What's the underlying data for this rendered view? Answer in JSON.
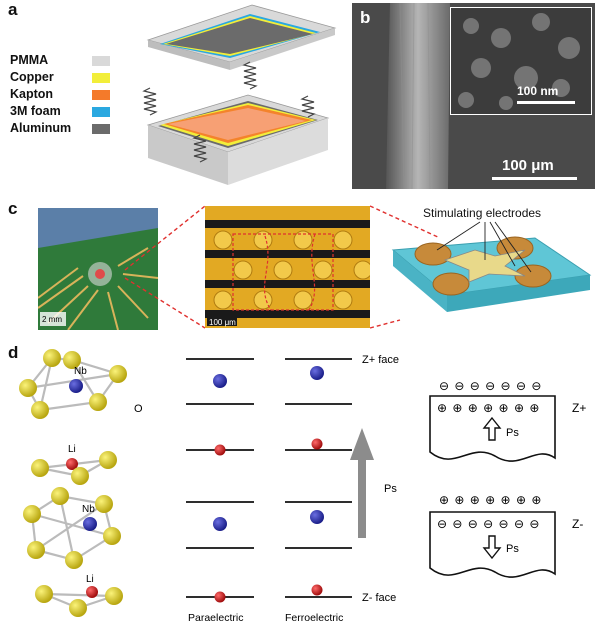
{
  "panels": {
    "a": "a",
    "b": "b",
    "c": "c",
    "d": "d"
  },
  "legend": [
    {
      "label": "PMMA",
      "color": "#d9d9d9"
    },
    {
      "label": "Copper",
      "color": "#f2ee3a"
    },
    {
      "label": "Kapton",
      "color": "#f47a2a"
    },
    {
      "label": "3M foam",
      "color": "#2aa8e0"
    },
    {
      "label": "Aluminum",
      "color": "#6b6b6b"
    }
  ],
  "sem": {
    "inset_scale": "100 nm",
    "main_scale": "100 μm"
  },
  "c": {
    "photo_scale": "2 mm",
    "micro_scale": "100 μm",
    "stim_label": "Stimulating electrodes"
  },
  "d": {
    "nb": "Nb",
    "o": "O",
    "li1": "Li",
    "nb2": "Nb",
    "li2": "Li",
    "zplus_face": "Z+ face",
    "zminus_face": "Z- face",
    "ps_arrow": "Ps",
    "para": "Paraelectric",
    "ferro": "Ferroelectric",
    "top_charges": "⊖ ⊖ ⊖ ⊖ ⊖ ⊖ ⊖",
    "top_inner": "⊕ ⊕ ⊕ ⊕ ⊕ ⊕ ⊕",
    "zplus": "Z+",
    "ps_top": "Ps",
    "bot_charges": "⊕ ⊕ ⊕ ⊕ ⊕ ⊕ ⊕",
    "bot_inner": "⊖ ⊖ ⊖ ⊖ ⊖ ⊖ ⊖",
    "zminus": "Z-",
    "ps_bot": "Ps"
  }
}
